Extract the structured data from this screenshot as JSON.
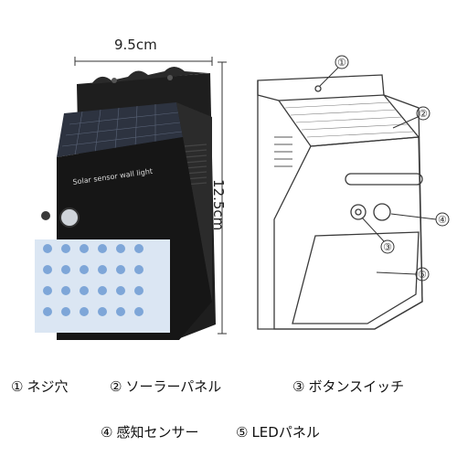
{
  "dimensions": {
    "width_label": "9.5cm",
    "height_label": "12.5cm"
  },
  "product": {
    "front_text": "Solar sensor wall light"
  },
  "callouts": [
    "①",
    "②",
    "③",
    "④",
    "⑤"
  ],
  "legend": [
    {
      "num": "①",
      "label": "ネジ穴"
    },
    {
      "num": "②",
      "label": "ソーラーパネル"
    },
    {
      "num": "③",
      "label": "ボタンスイッチ"
    },
    {
      "num": "④",
      "label": "感知センサー"
    },
    {
      "num": "⑤",
      "label": "LEDパネル"
    }
  ]
}
